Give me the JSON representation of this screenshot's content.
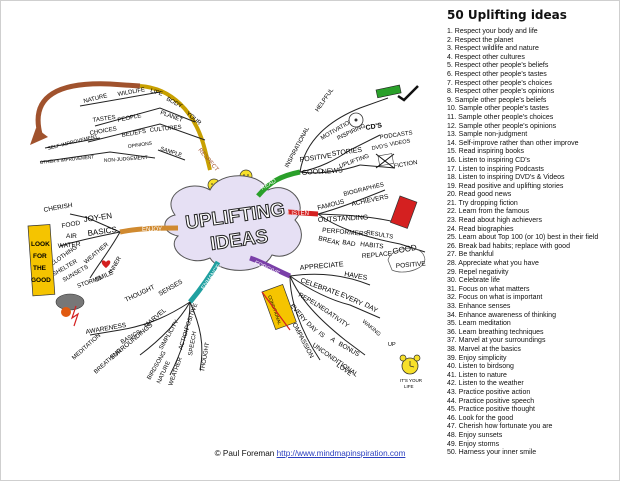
{
  "title": "50 Uplifting ideas",
  "center_lines": [
    "UPLIFTING",
    "IDEAS"
  ],
  "branches": [
    "READ",
    "LISTEN",
    "FORGIVE",
    "ENJOY",
    "ENHANCE",
    "SAMPLE",
    "RESPECT"
  ],
  "words": {
    "nature": "NATURE",
    "wildlife": "WILDLIFE",
    "life": "LIFE",
    "body": "BODY",
    "your": "YOUR",
    "people": "PEOPLE",
    "planet": "PLANET",
    "tastes": "TASTES",
    "beliefs": "BELIEFS",
    "cultures": "CULTURES",
    "choices": "CHOICES",
    "opinions": "OPINIONS",
    "self_improvement": "SELF-IMPROVEMENT",
    "others_improvement": "OTHER'S IMPROVEMENT",
    "non_judgement": "NON-JUDGEMENT",
    "inspirational": "INSPIRATIONAL",
    "helpful": "HELPFUL",
    "motivational": "MOTIVATIONAL",
    "inspiring": "INSPIRING",
    "cds": "CD'S",
    "podcasts": "PODCASTS",
    "dvds": "DVD'S",
    "videos": "VIDEOS",
    "positive": "POSITIVE",
    "stories": "STORIES",
    "uplifting": "UPLIFTING",
    "good": "GOOD",
    "news": "NEWS",
    "fiction": "FICTION",
    "famous": "FAMOUS",
    "biographies": "BIOGRAPHIES",
    "achievers": "ACHIEVERS",
    "outstanding": "OUTSTANDING",
    "performers": "PERFORMERS",
    "results": "RESULTS",
    "break": "BREAK",
    "bad": "BAD",
    "habits": "HABITS",
    "replace": "REPLACE",
    "good2": "GOOD",
    "positive2": "POSITIVE",
    "cherish": "CHERISH",
    "joy_en": "JOY-EN",
    "food": "FOOD",
    "air": "AIR",
    "water": "WATER",
    "clothing": "CLOTHING",
    "shelter": "SHELTER",
    "basics": "BASICS",
    "weather": "WEATHER",
    "sunsets": "SUNSETS",
    "storms": "STORMS",
    "smile": "SMILE",
    "inner": "INNER",
    "look_for_the_good": [
      "LOOK",
      "FOR",
      "THE",
      "GOOD"
    ],
    "awareness": "AWARENESS",
    "meditation": "MEDITATION",
    "breathing": "BREATHING",
    "surroundings": "SURROUNDINGS",
    "basics2": "BASICS",
    "birdsong": "BIRDSONG",
    "nature2": "NATURE",
    "weather2": "WEATHER",
    "thought": "THOUGHT",
    "senses": "SENSES",
    "marvel": "MARVEL",
    "simplicity": "SIMPLICITY",
    "action": "ACTION",
    "speech": "SPEECH",
    "positive3": "POSITIVE",
    "thought2": "THOUGHT",
    "appreciate": "APPRECIATE",
    "haves": "HAVES",
    "celebrate": "CELEBRATE",
    "every": "EVERY",
    "day": "DAY",
    "repel": "REPEL",
    "negativity": "NEGATIVITY",
    "every2": "EVERY",
    "day2": "DAY",
    "is": "IS",
    "a": "A",
    "bonus": "BONUS",
    "unconditional": "UNCONDITIONAL",
    "love": "LOVE",
    "compassion": "COMPASSION",
    "conditional": "CONDITIONAL",
    "waking": "WAKING",
    "up": "UP",
    "its_your": "IT'S YOUR",
    "life2": "LIFE"
  },
  "list": [
    "1. Respect your body and life",
    "2. Respect the planet",
    "3. Respect wildlife and nature",
    "4. Respect other cultures",
    "5. Respect other people's beliefs",
    "6. Respect other people's tastes",
    "7. Respect other people's choices",
    "8. Respect other people's opinions",
    "9. Sample other people's beliefs",
    "10. Sample other people's tastes",
    "11. Sample other people's choices",
    "12. Sample other people's opinions",
    "13. Sample non-judgment",
    "14. Self-improve rather than other improve",
    "15. Read inspiring books",
    "16. Listen to inspiring CD's",
    "17. Listen to inspiring Podcasts",
    "18. Listen to inspiring DVD's & Videos",
    "19. Read positive and uplifting stories",
    "20. Read good news",
    "21. Try dropping fiction",
    "22. Learn from the famous",
    "23. Read about high achievers",
    "24. Read biographies",
    "25. Learn about Top 100 (or 10) best in their field",
    "26. Break bad habits; replace with good",
    "27. Be thankful",
    "28. Appreciate what you have",
    "29. Repel negativity",
    "30. Celebrate life",
    "31. Focus on what matters",
    "32. Focus on what is important",
    "33. Enhance senses",
    "34. Enhance awareness of thinking",
    "35. Learn meditation",
    "36. Learn breathing techniques",
    "37. Marvel at your surroundings",
    "38. Marvel at the basics",
    "39. Enjoy simplicity",
    "40. Listen to birdsong",
    "41. Listen to nature",
    "42. Listen to the weather",
    "43. Practice positive action",
    "44. Practice positive speech",
    "45. Practice positive thought",
    "46. Look for the good",
    "47. Cherish how fortunate you are",
    "48. Enjoy sunsets",
    "49. Enjoy storms",
    "50. Harness your inner smile"
  ],
  "footer": {
    "credit": "© Paul Foreman",
    "link": "http://www.mindmapinspiration.com"
  },
  "colors": {
    "ink": "#1a1a1a",
    "respect": "#a0522d",
    "sample": "#c8c800",
    "read": "#2aa02a",
    "listen": "#d42020",
    "forgive": "#7a3fa8",
    "enhance": "#1fa0a0",
    "enjoy": "#d08a30",
    "cloud": "#e6e0f4",
    "link": "#2a3fbf"
  }
}
